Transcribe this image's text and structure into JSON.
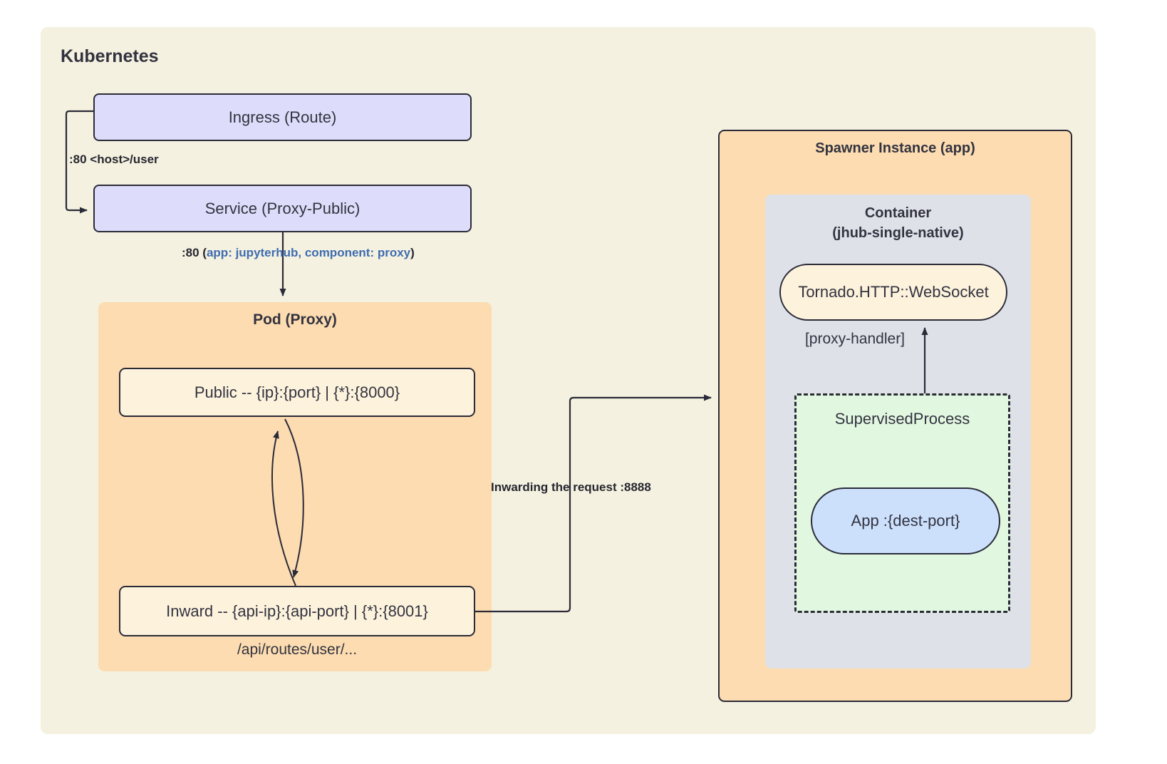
{
  "diagram": {
    "type": "architecture-flow",
    "title": "Kubernetes"
  },
  "k8s_region": {
    "title": "Kubernetes",
    "fill": "#f4f1e0"
  },
  "nodes": {
    "ingress": {
      "label": "Ingress (Route)",
      "fill": "#ddddfb",
      "shape": "rounded-rect"
    },
    "service": {
      "label": "Service (Proxy-Public)",
      "fill": "#ddddfb",
      "shape": "rounded-rect"
    },
    "pod_region": {
      "title": "Pod (Proxy)",
      "fill": "#fcdcb0",
      "shape": "rounded-rect"
    },
    "public": {
      "label": "Public -- {ip}:{port} | {*}:{8000}",
      "fill": "#fdf3dd",
      "shape": "rounded-rect"
    },
    "inward": {
      "label": "Inward -- {api-ip}:{api-port} | {*}:{8001}",
      "fill": "#fdf3dd",
      "shape": "rounded-rect"
    },
    "routes_caption": {
      "label": "/api/routes/user/..."
    },
    "spawner_region": {
      "title": "Spawner Instance (app)",
      "fill": "#fcdcb0",
      "shape": "rounded-rect"
    },
    "container_region": {
      "title_line1": "Container",
      "title_line2": "(jhub-single-native)",
      "fill": "#dee1e8",
      "shape": "rounded-rect"
    },
    "tornado": {
      "label": "Tornado.HTTP::WebSocket",
      "fill": "#fdf2dc",
      "shape": "stadium"
    },
    "supervised": {
      "label": "SupervisedProcess",
      "fill": "#e2f7e0",
      "shape": "dashed-rect"
    },
    "app": {
      "label": "App :{dest-port}",
      "fill": "#cce0fc",
      "shape": "stadium"
    }
  },
  "edges": [
    {
      "id": "ingress-to-service",
      "from": "ingress",
      "to": "service",
      "label_prefix": ":80 <host>/user",
      "label_blue": "",
      "label_suffix": ""
    },
    {
      "id": "service-to-pod",
      "from": "service",
      "to": "pod_region",
      "label_prefix": ":80 (",
      "label_blue": "app: jupyterhub, component: proxy",
      "label_suffix": ")"
    },
    {
      "id": "public-inward-bidirectional",
      "from": "public",
      "to": "inward",
      "label_prefix": "",
      "label_blue": "",
      "label_suffix": ""
    },
    {
      "id": "inward-to-spawner",
      "from": "inward",
      "to": "spawner_region",
      "label_prefix": "Inwarding the request :8888",
      "label_blue": "",
      "label_suffix": ""
    },
    {
      "id": "supervised-to-tornado",
      "from": "supervised",
      "to": "tornado",
      "label_prefix": "[proxy-handler]",
      "label_blue": "",
      "label_suffix": ""
    }
  ],
  "colors": {
    "background": "#f4f1e0",
    "stroke": "#2b2b38",
    "text": "#333340",
    "purple_fill": "#ddddfb",
    "orange_fill": "#fcdcb0",
    "cream_fill": "#fdf3dd",
    "grey_fill": "#dee1e8",
    "green_fill": "#e2f7e0",
    "blue_fill": "#cce0fc",
    "selector_blue": "#3f6cb0"
  }
}
